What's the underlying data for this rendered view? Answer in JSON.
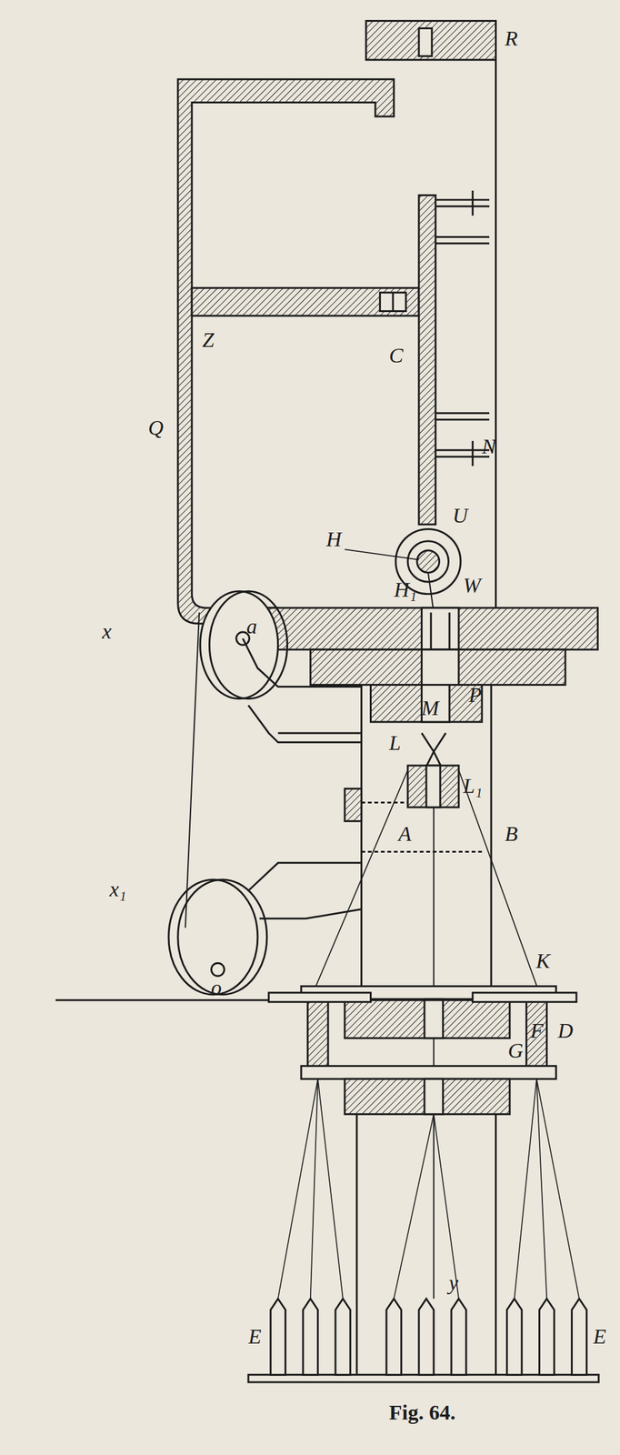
{
  "diagram": {
    "caption": "Fig. 64.",
    "labels": [
      "R",
      "Q",
      "Z",
      "C",
      "N",
      "U",
      "H",
      "H₁",
      "W",
      "P",
      "M",
      "L",
      "L₁",
      "x",
      "a",
      "A",
      "B",
      "x₁",
      "o",
      "K",
      "F",
      "D",
      "G",
      "y",
      "E",
      "E"
    ]
  }
}
